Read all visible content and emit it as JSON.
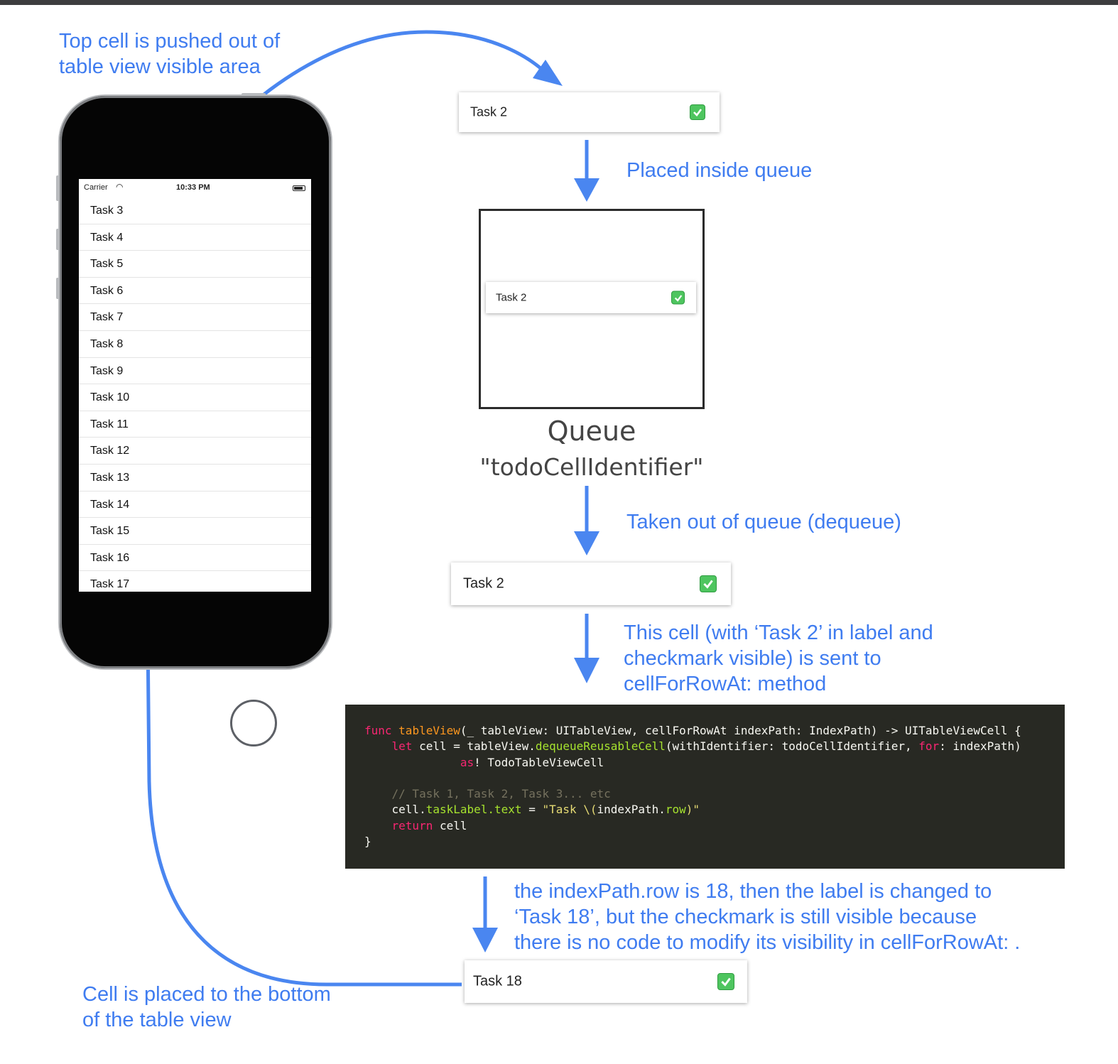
{
  "notes": {
    "top_cell": [
      "Top cell is pushed out of",
      "table view visible area"
    ],
    "placed_inside": "Placed inside queue",
    "taken_out": "Taken out of queue (dequeue)",
    "sent_to": [
      "This cell (with ‘Task 2’ in label and",
      "checkmark visible) is sent to",
      "cellForRowAt: method"
    ],
    "index_path": [
      "the indexPath.row is 18, then the label is changed to",
      "‘Task 18’, but the checkmark is still visible because",
      "there is no code to modify its visibility in cellForRowAt: ."
    ],
    "bottom": [
      "Cell is placed to the bottom",
      "of the table view"
    ]
  },
  "phone": {
    "carrier": "Carrier",
    "time": "10:33 PM",
    "rows": [
      "Task 3",
      "Task 4",
      "Task 5",
      "Task 6",
      "Task 7",
      "Task 8",
      "Task 9",
      "Task 10",
      "Task 11",
      "Task 12",
      "Task 13",
      "Task 14",
      "Task 15",
      "Task 16",
      "Task 17"
    ]
  },
  "cards": {
    "top": "Task 2",
    "queued": "Task 2",
    "dequeued": "Task 2",
    "reused": "Task 18"
  },
  "queue": {
    "title": "Queue",
    "identifier": "\"todoCellIdentifier\""
  },
  "code": {
    "l1": {
      "kw": "func",
      "fn": "tableView",
      "rest": "(_ tableView: UITableView, cellForRowAt indexPath: IndexPath) -> UITableViewCell {"
    },
    "l2": {
      "kw": "let",
      "a": " cell = tableView.",
      "mt": "dequeueReusableCell",
      "b": "(withIdentifier: todoCellIdentifier, ",
      "kw2": "for",
      "c": ": indexPath)"
    },
    "l3": {
      "kw": "as",
      "a": "! TodoTableViewCell"
    },
    "l4": {
      "cm": "// Task 1, Task 2, Task 3... etc"
    },
    "l5": {
      "a": "cell.",
      "mt": "taskLabel.text",
      "b": " = ",
      "st": "\"Task \\(",
      "c": "indexPath.",
      "mt2": "row",
      "st2": ")\""
    },
    "l6": {
      "kw": "return",
      "a": " cell"
    },
    "l7": {
      "a": "}"
    }
  },
  "colors": {
    "accent": "#3f7cf0",
    "check": "#4ec55f",
    "code_bg": "#282923"
  }
}
